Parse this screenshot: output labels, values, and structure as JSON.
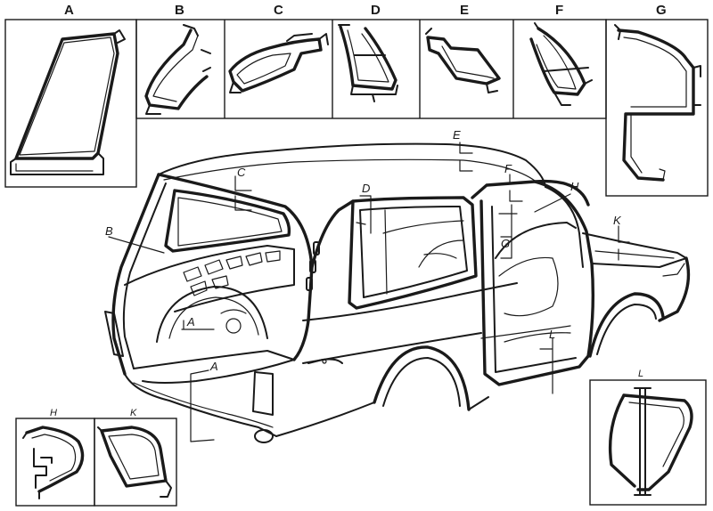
{
  "section_headers": {
    "A": "A",
    "B": "B",
    "C": "C",
    "D": "D",
    "E": "E",
    "F": "F",
    "G": "G"
  },
  "small_panel_labels": {
    "H": "H",
    "K": "K",
    "L": "L"
  },
  "callouts": {
    "E": "E",
    "F": "F",
    "C": "C",
    "D": "D",
    "H": "H",
    "B": "B",
    "G": "G",
    "K": "K",
    "A_inner": "A",
    "A_outer": "A",
    "L": "L"
  },
  "colors": {
    "ink": "#1a1a1a",
    "background": "#ffffff"
  }
}
